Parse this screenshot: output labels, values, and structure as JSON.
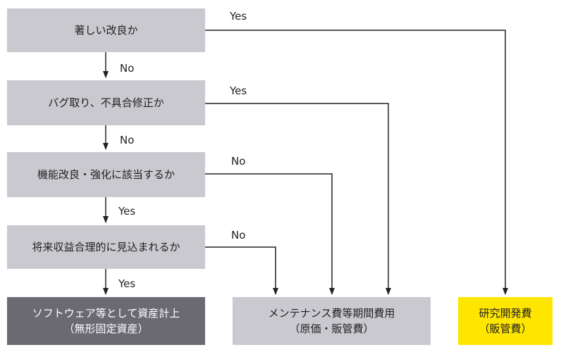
{
  "questions": [
    "著しい改良か",
    "バグ取り、不具合修正か",
    "機能改良・強化に該当するか",
    "将来収益合理的に見込まれるか"
  ],
  "results": {
    "software": {
      "line1": "ソフトウェア等として資産計上",
      "line2": "（無形固定資産）"
    },
    "maintenance": {
      "line1": "メンテナンス費等期間費用",
      "line2": "（原価・販管費）"
    },
    "rnd": {
      "line1": "研究開発費",
      "line2": "（販管費）"
    }
  },
  "edge_labels": {
    "q1_down": "No",
    "q2_down": "No",
    "q3_down": "Yes",
    "q4_down": "Yes",
    "q1_right": "Yes",
    "q2_right": "Yes",
    "q3_right": "No",
    "q4_right": "No"
  },
  "colors": {
    "question_fill": "#c9c9cf",
    "software_fill": "#6b6a73",
    "maintenance_fill": "#c9c9cf",
    "rnd_fill": "#ffe600",
    "line": "#222222"
  }
}
